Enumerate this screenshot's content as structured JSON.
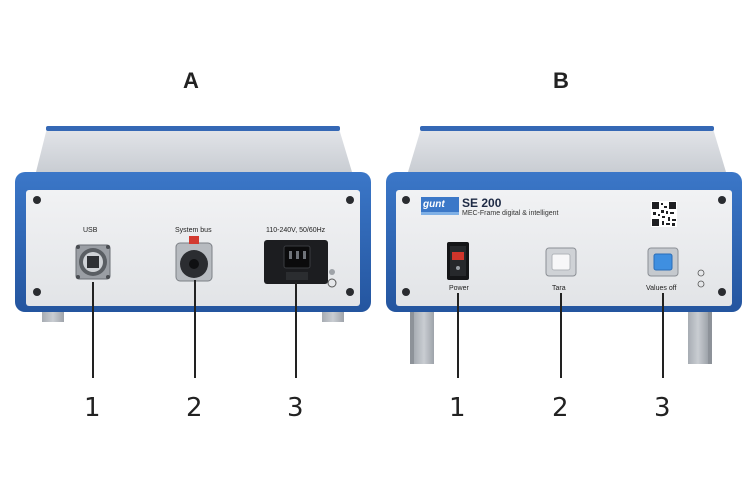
{
  "views": {
    "a": {
      "label": "A",
      "usb_label": "USB",
      "bus_label": "System bus",
      "power_label": "110-240V, 50/60Hz",
      "callouts": [
        "1",
        "2",
        "3"
      ]
    },
    "b": {
      "label": "B",
      "brand": "gunt",
      "model": "SE 200",
      "subtitle": "MEC-Frame digital & intelligent",
      "power_label": "Power",
      "tara_label": "Tara",
      "values_label": "Values off",
      "callouts": [
        "1",
        "2",
        "3"
      ]
    }
  },
  "colors": {
    "frame_blue": "#2f67b8",
    "panel_grey": "#e9eaec",
    "switch_red": "#d0352b",
    "button_blue": "#3f8fe0"
  }
}
